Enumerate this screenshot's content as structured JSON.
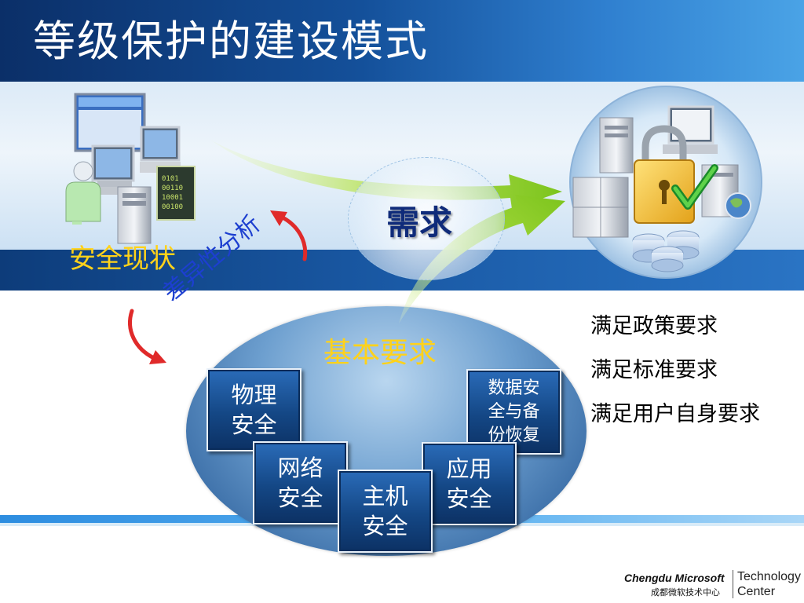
{
  "title": "等级保护的建设模式",
  "labels": {
    "current_status": "安全现状",
    "gap_analysis": "差异性分析",
    "requirement": "需求",
    "basic_requirements": "基本要求"
  },
  "blocks": {
    "physical": [
      "物理",
      "安全"
    ],
    "network": [
      "网络",
      "安全"
    ],
    "host": [
      "主机",
      "安全"
    ],
    "application": [
      "应用",
      "安全"
    ],
    "data": [
      "数据安",
      "全与备",
      "份恢复"
    ]
  },
  "requirements": [
    "满足政策要求",
    "满足标准要求",
    "满足用户自身要求"
  ],
  "logo": {
    "brand": "Chengdu Microsoft",
    "chinese": "成都微软技术中心",
    "tech_line1": "Technology",
    "tech_line2": "Center"
  },
  "icons": [
    "workstation-network-icon",
    "secure-server-lock-icon",
    "green-arrow-icon",
    "red-arrow-icon"
  ],
  "colors": {
    "title_bar": "#14509a",
    "label_yellow": "#ffd21a",
    "gap_blue": "#1d3fd0",
    "need_navy": "#0f2b7a",
    "arrow_green": "#8fd12a",
    "arrow_red": "#e02a2a"
  }
}
